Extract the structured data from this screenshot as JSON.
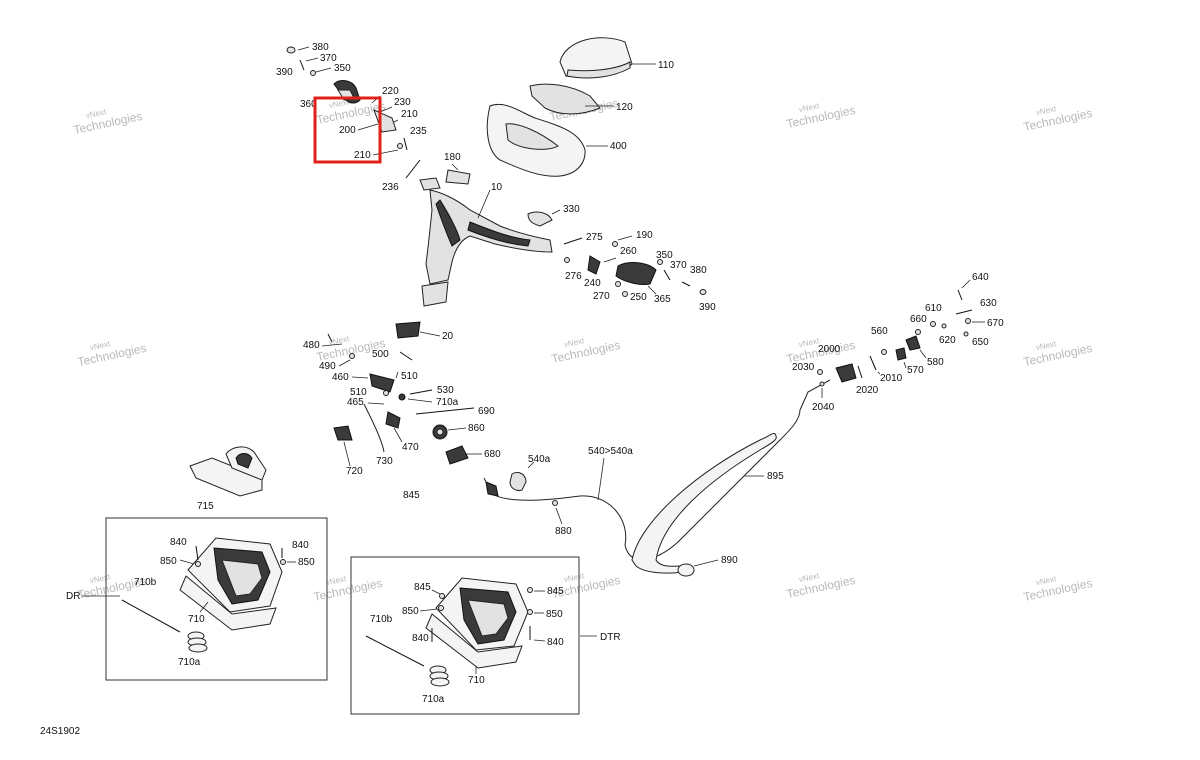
{
  "diagram_id": "24S1902",
  "variants": {
    "left": "DR",
    "right": "DTR"
  },
  "watermark": {
    "line1": "vNext",
    "line2": "Technologies",
    "full": "vNext Technologies"
  },
  "highlight_color": "#e0201b",
  "labels": {
    "p380a": "380",
    "p370a": "370",
    "p390a": "390",
    "p350a": "350",
    "p360": "360",
    "p220": "220",
    "p230": "230",
    "p210a": "210",
    "p200": "200",
    "p235": "235",
    "p210b": "210",
    "p236": "236",
    "p180": "180",
    "p10": "10",
    "p110": "110",
    "p120": "120",
    "p400": "400",
    "p330": "330",
    "p275": "275",
    "p190": "190",
    "p260": "260",
    "p276": "276",
    "p240": "240",
    "p270": "270",
    "p250": "250",
    "p350b": "350",
    "p370b": "370",
    "p380b": "380",
    "p365": "365",
    "p390b": "390",
    "p20": "20",
    "p480": "480",
    "p500": "500",
    "p490": "490",
    "p460": "460",
    "p510": "510",
    "p530": "530",
    "p510b": "510",
    "p465": "465",
    "p710a_top": "710a",
    "p690": "690",
    "p860": "860",
    "p470": "470",
    "p720": "720",
    "p730": "730",
    "p680": "680",
    "p540a": "540a",
    "p540": "540>540a",
    "p845": "845",
    "p880": "880",
    "p895": "895",
    "p715": "715",
    "p890": "890",
    "p640": "640",
    "p630": "630",
    "p610": "610",
    "p670": "670",
    "p660": "660",
    "p620": "620",
    "p650": "650",
    "p560": "560",
    "p2000": "2000",
    "p580": "580",
    "p2030": "2030",
    "p570": "570",
    "p2010": "2010",
    "p2020": "2020",
    "p2040": "2040",
    "dr_840a": "840",
    "dr_840b": "840",
    "dr_850a": "850",
    "dr_850b": "850",
    "dr_710b": "710b",
    "dr_710": "710",
    "dr_710a": "710a",
    "dtr_845a": "845",
    "dtr_845b": "845",
    "dtr_850a": "850",
    "dtr_850b": "850",
    "dtr_710b": "710b",
    "dtr_840a": "840",
    "dtr_840b": "840",
    "dtr_710": "710",
    "dtr_710a": "710a"
  }
}
